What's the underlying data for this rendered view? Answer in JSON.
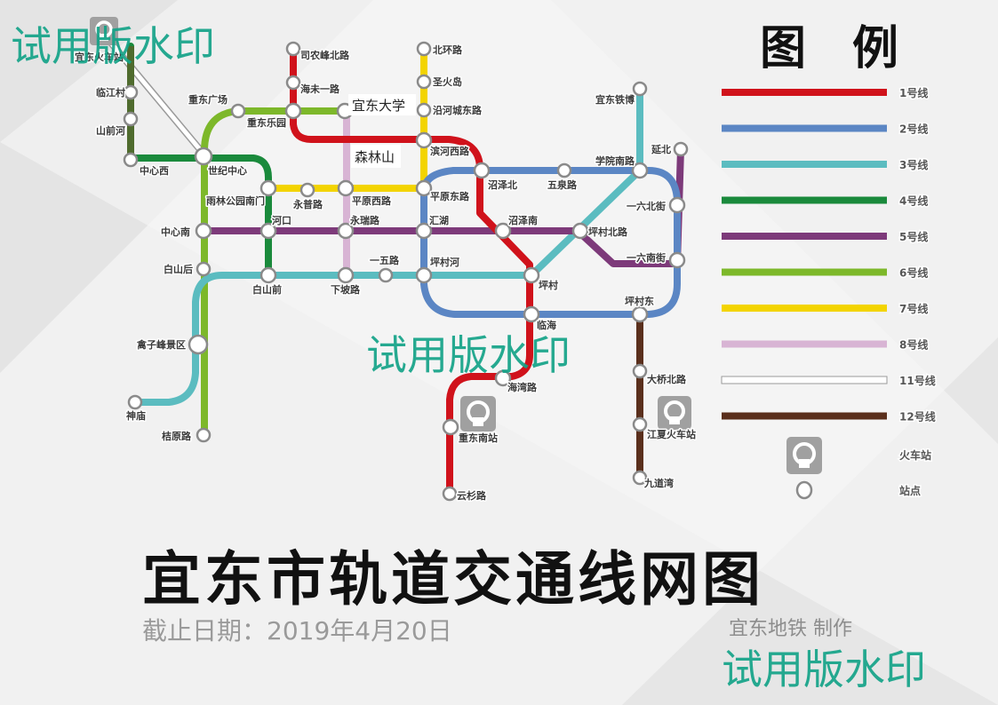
{
  "title": "宜东市轨道交通线网图",
  "date_text": "截止日期：2019年4月20日",
  "credit": "宜东地铁 制作",
  "watermark_text": "试用版水印",
  "legend": {
    "title": "图　例",
    "items": [
      {
        "label": "1号线",
        "color": "#d0121b"
      },
      {
        "label": "2号线",
        "color": "#5b86c4"
      },
      {
        "label": "3号线",
        "color": "#5bbcc0"
      },
      {
        "label": "4号线",
        "color": "#1a8a3c"
      },
      {
        "label": "5号线",
        "color": "#7d3a7a"
      },
      {
        "label": "6号线",
        "color": "#7db82a"
      },
      {
        "label": "7号线",
        "color": "#f3d400"
      },
      {
        "label": "8号线",
        "color": "#d8b4d4"
      },
      {
        "label": "11号线",
        "color": "#ffffff"
      },
      {
        "label": "12号线",
        "color": "#5a2f1c"
      }
    ],
    "railway_label": "火车站",
    "station_label": "站点"
  },
  "big_labels": [
    {
      "text": "宜东大学"
    },
    {
      "text": "森林山"
    }
  ],
  "stations": [
    {
      "name": "宜东火车站"
    },
    {
      "name": "临江村"
    },
    {
      "name": "山前河"
    },
    {
      "name": "中心西"
    },
    {
      "name": "世纪中心"
    },
    {
      "name": "重东广场"
    },
    {
      "name": "重东乐园"
    },
    {
      "name": "司农峰北路"
    },
    {
      "name": "海未一路"
    },
    {
      "name": "北环路"
    },
    {
      "name": "圣火岛"
    },
    {
      "name": "沿河城东路"
    },
    {
      "name": "滨河西路"
    },
    {
      "name": "沼泽北"
    },
    {
      "name": "五泉路"
    },
    {
      "name": "学院南路"
    },
    {
      "name": "宜东铁博"
    },
    {
      "name": "延北"
    },
    {
      "name": "一六北街"
    },
    {
      "name": "一六南街"
    },
    {
      "name": "平原东路"
    },
    {
      "name": "平原西路"
    },
    {
      "name": "永普路"
    },
    {
      "name": "雨林公园南门"
    },
    {
      "name": "中心南"
    },
    {
      "name": "河口"
    },
    {
      "name": "永瑞路"
    },
    {
      "name": "汇湖"
    },
    {
      "name": "沼泽南"
    },
    {
      "name": "坪村北路"
    },
    {
      "name": "白山后"
    },
    {
      "name": "白山前"
    },
    {
      "name": "下坡路"
    },
    {
      "name": "一五路"
    },
    {
      "name": "坪村河"
    },
    {
      "name": "坪村"
    },
    {
      "name": "临海"
    },
    {
      "name": "坪村东"
    },
    {
      "name": "禽子峰景区"
    },
    {
      "name": "海湾路"
    },
    {
      "name": "大桥北路"
    },
    {
      "name": "神庙"
    },
    {
      "name": "重东南站"
    },
    {
      "name": "江夏火车站"
    },
    {
      "name": "桔原路"
    },
    {
      "name": "九道湾"
    },
    {
      "name": "云杉路"
    }
  ]
}
